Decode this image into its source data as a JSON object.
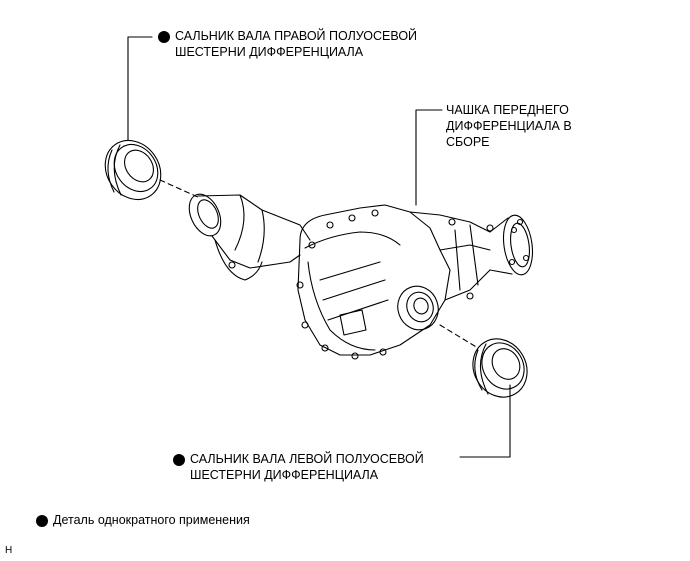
{
  "labels": {
    "right_seal": [
      "САЛЬНИК ВАЛА ПРАВОЙ ПОЛУОСЕВОЙ",
      "ШЕСТЕРНИ ДИФФЕРЕНЦИАЛА"
    ],
    "front_diff_cup": [
      "ЧАШКА ПЕРЕДНЕГО",
      "ДИФФЕРЕНЦИАЛА В",
      "СБОРЕ"
    ],
    "left_seal": [
      "САЛЬНИК ВАЛА ЛЕВОЙ ПОЛУОСЕВОЙ",
      "ШЕСТЕРНИ ДИФФЕРЕНЦИАЛА"
    ]
  },
  "legend": {
    "text": "Деталь однократного применения"
  },
  "corner_code": "H",
  "colors": {
    "ink": "#000000",
    "background": "#ffffff"
  }
}
